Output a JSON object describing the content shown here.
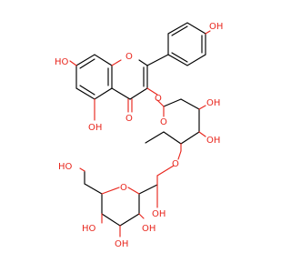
{
  "molecule": {
    "colors": {
      "bond": "#000000",
      "heteroatom_oxygen": "#e8261d",
      "background": "#ffffff"
    },
    "labels": {
      "oh_7": "HO",
      "oh_5": "OH",
      "o_ring": "O",
      "ketone_o": "O",
      "oh_4prime": "OH",
      "o_glyc3": "O",
      "oh_sug1_a": "OH",
      "o_sug1_ring": "O",
      "oh_sug1_b": "OH",
      "o_link": "O",
      "oh_ch2": "HO",
      "o_sug2_ring": "O",
      "oh_sug2_a": "OH",
      "oh_sug2_b": "HO",
      "oh_sug2_c": "OH",
      "oh_sug2_d": "OH"
    }
  }
}
